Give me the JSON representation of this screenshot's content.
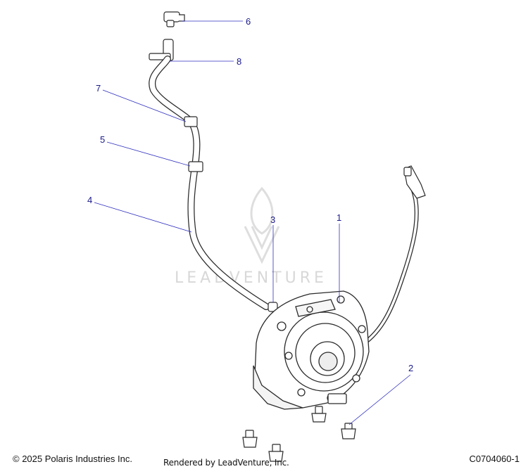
{
  "callouts": [
    {
      "number": "1"
    },
    {
      "number": "2"
    },
    {
      "number": "3"
    },
    {
      "number": "4"
    },
    {
      "number": "5"
    },
    {
      "number": "6"
    },
    {
      "number": "7"
    },
    {
      "number": "8"
    }
  ],
  "watermark": {
    "text": "LEADVENTURE"
  },
  "footer": {
    "copyright": "© 2025 Polaris Industries Inc.",
    "rendered_by": "Rendered by LeadVenture, Inc.",
    "figure_id": "C0704060-1"
  },
  "colors": {
    "callout": "#1a1a8c",
    "leader": "#2f2fbf",
    "part_stroke": "#2a2a2a"
  }
}
